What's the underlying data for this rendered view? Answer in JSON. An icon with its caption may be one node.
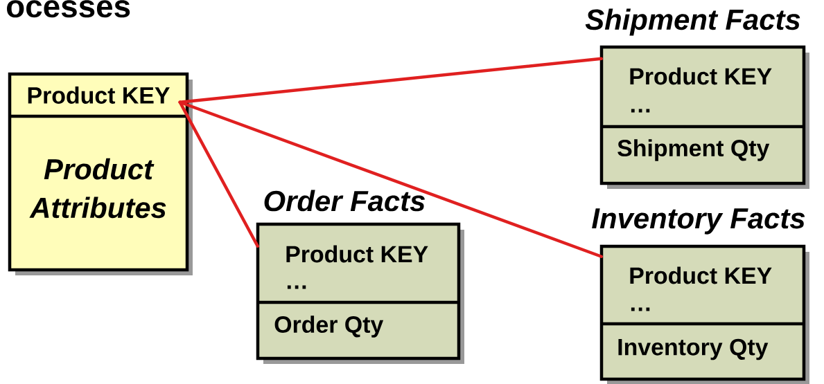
{
  "diagram": {
    "title": "ocesses",
    "nodes": [
      {
        "text": [
          "Product KEY",
          "Product Attributes"
        ]
      },
      {
        "text": [
          "Shipment Facts",
          "Product KEY",
          "…",
          "Shipment Qty"
        ]
      },
      {
        "text": [
          "Order Facts",
          "Product KEY",
          "…",
          "Order Qty"
        ]
      },
      {
        "text": [
          "Inventory Facts",
          "Product KEY",
          "…",
          "Inventory Qty"
        ]
      }
    ],
    "edges": [
      {
        "from": 0,
        "to": 1,
        "arrow": "none"
      },
      {
        "from": 0,
        "to": 2,
        "arrow": "none"
      },
      {
        "from": 0,
        "to": 3,
        "arrow": "none"
      }
    ]
  }
}
